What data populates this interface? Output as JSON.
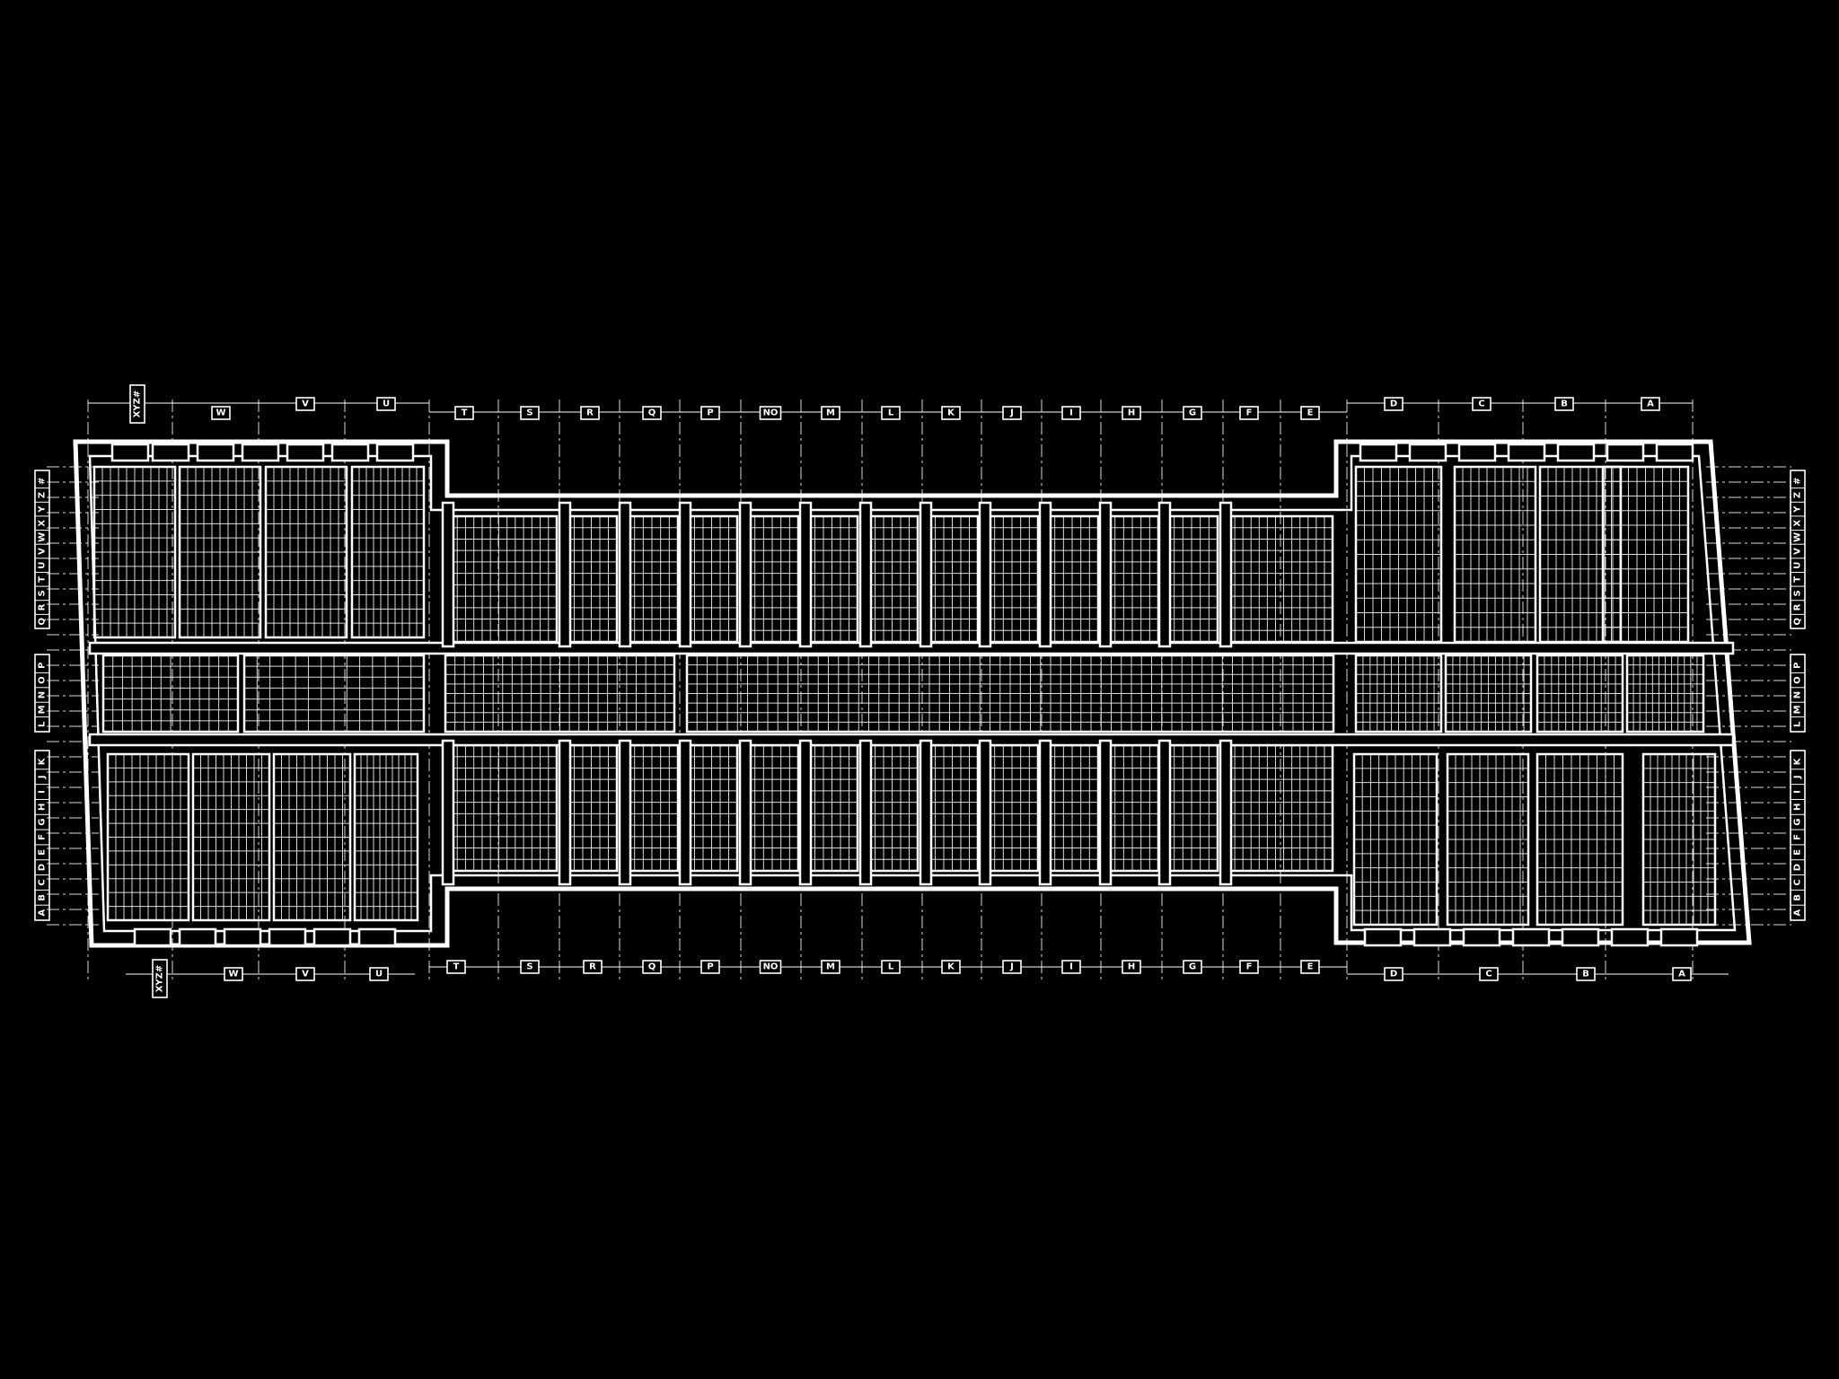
{
  "drawing": {
    "background": "#000000",
    "line_color": "#ffffff",
    "top_column_tags": [
      "XYZ#",
      "W",
      "V",
      "U",
      "T",
      "S",
      "R",
      "Q",
      "P",
      "NO",
      "M",
      "L",
      "K",
      "J",
      "I",
      "H",
      "G",
      "F",
      "E",
      "D",
      "C",
      "B",
      "A"
    ],
    "bottom_column_tags": [
      "XYZ#",
      "W",
      "V",
      "U",
      "T",
      "S",
      "R",
      "Q",
      "P",
      "NO",
      "M",
      "L",
      "K",
      "J",
      "I",
      "H",
      "G",
      "F",
      "E",
      "D",
      "C",
      "B",
      "A"
    ],
    "side_row_groups": [
      [
        "Q",
        "R",
        "S",
        "T",
        "U",
        "V",
        "W",
        "X",
        "Y",
        "Z",
        "#"
      ],
      [
        "L",
        "M",
        "N",
        "O",
        "P"
      ],
      [
        "A",
        "B",
        "C",
        "D",
        "E",
        "F",
        "G",
        "H",
        "I",
        "J",
        "K"
      ]
    ]
  }
}
